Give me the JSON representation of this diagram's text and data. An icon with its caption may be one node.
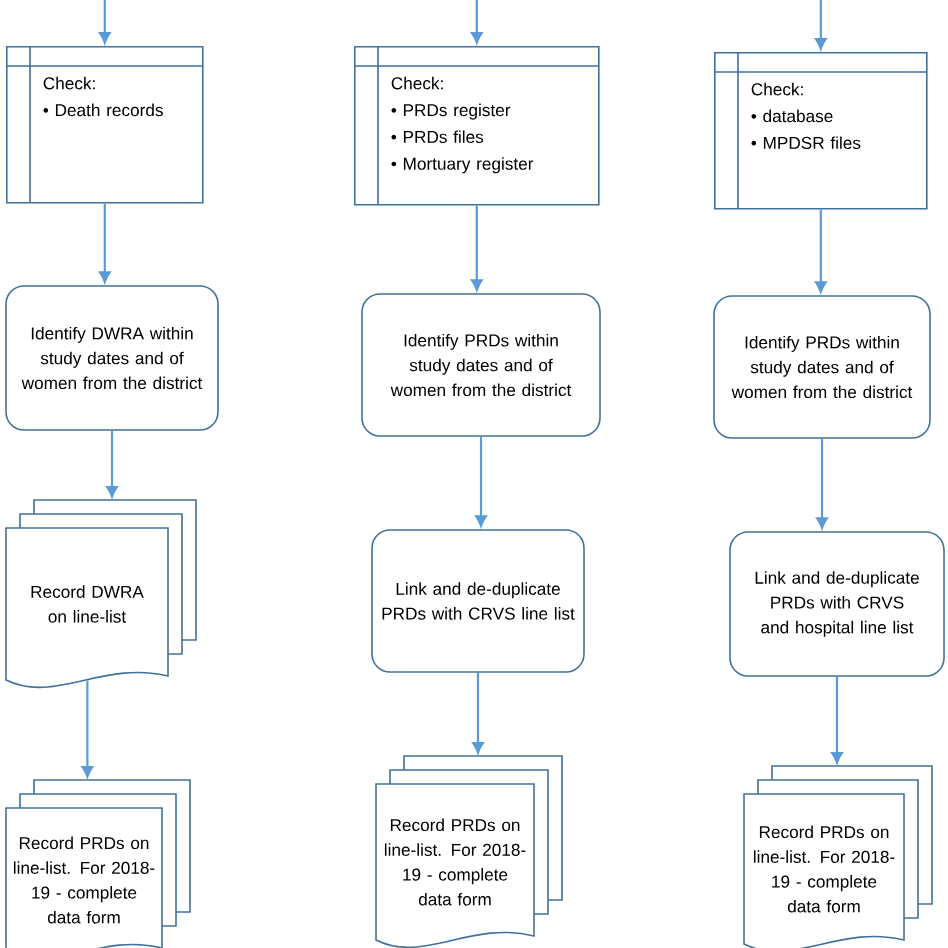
{
  "diagram": {
    "nodes": [
      {
        "text": [
          "Check:",
          "• Death records"
        ]
      },
      {
        "text": [
          "Check:",
          "• PRDs register",
          "• PRDs files",
          "• Mortuary register"
        ]
      },
      {
        "text": [
          "Check:",
          "• database",
          "• MPDSR files"
        ]
      },
      {
        "text": [
          "Identify DWRA within study dates and of women from the district"
        ]
      },
      {
        "text": [
          "Identify PRDs within study dates and of women from the district"
        ]
      },
      {
        "text": [
          "Identify PRDs within study dates and of women from the district"
        ]
      },
      {
        "text": [
          "Record DWRA on line-list"
        ]
      },
      {
        "text": [
          "Link and de-duplicate PRDs with CRVS line list"
        ]
      },
      {
        "text": [
          "Link and de-duplicate PRDs with CRVS and hospital line list"
        ]
      },
      {
        "text": [
          "Record PRDs on line-list. For 2018-19 - complete data form"
        ]
      },
      {
        "text": [
          "Record PRDs on line-list. For 2018-19 - complete data form"
        ]
      },
      {
        "text": [
          "Record PRDs on line-list. For 2018-19 - complete data form"
        ]
      }
    ],
    "edges": [
      {
        "from": null,
        "to": 0,
        "arrow": "to"
      },
      {
        "from": null,
        "to": 1,
        "arrow": "to"
      },
      {
        "from": null,
        "to": 2,
        "arrow": "to"
      },
      {
        "from": 0,
        "to": 3,
        "arrow": "to"
      },
      {
        "from": 1,
        "to": 4,
        "arrow": "to"
      },
      {
        "from": 2,
        "to": 5,
        "arrow": "to"
      },
      {
        "from": 3,
        "to": 6,
        "arrow": "to"
      },
      {
        "from": 4,
        "to": 7,
        "arrow": "to"
      },
      {
        "from": 5,
        "to": 8,
        "arrow": "to"
      },
      {
        "from": 6,
        "to": 9,
        "arrow": "to"
      },
      {
        "from": 7,
        "to": 10,
        "arrow": "to"
      },
      {
        "from": 8,
        "to": 11,
        "arrow": "to"
      }
    ]
  }
}
